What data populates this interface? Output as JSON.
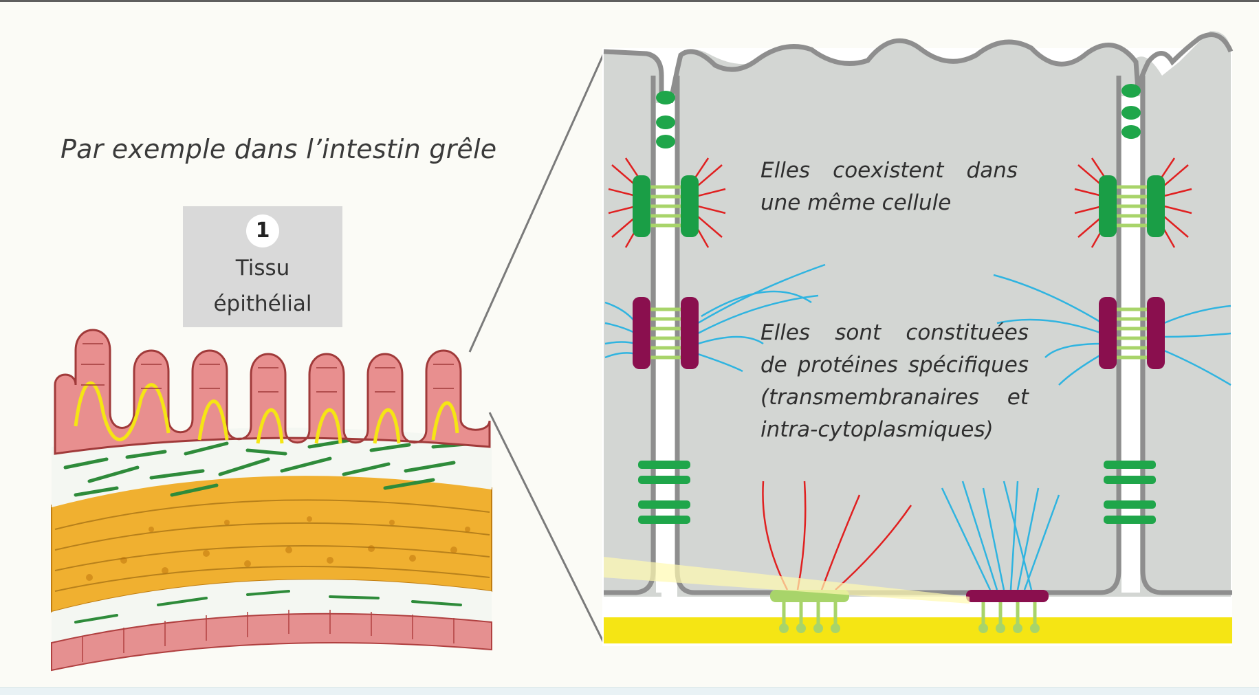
{
  "caption": "Par exemple dans l’intestin grêle",
  "tissue_label": {
    "number": "1",
    "line1": "Tissu",
    "line2": "épithélial"
  },
  "annotations": {
    "coexist": [
      "Elles coexistent dans",
      "une même cellule"
    ],
    "proteins": [
      "Elles sont constituées",
      "de protéines spécifiques",
      "(transmembranaires et",
      "intra-cytoplasmiques)"
    ]
  },
  "colors": {
    "tight_junction": "#1fa64a",
    "adherens_junction": "#1a9e46",
    "desmosome": "#8a0f4e",
    "actin_filaments": "#e02020",
    "keratin_filaments": "#2fb4e0",
    "linker_proteins": "#a8d46a",
    "basal_membrane": "#f5e514",
    "cytoplasm": "#d3d6d3",
    "membrane": "#8e8e8e",
    "epithelium": "#e08080",
    "connective_fibers": "#2e8b3a",
    "muscle_layer": "#f0b030"
  }
}
